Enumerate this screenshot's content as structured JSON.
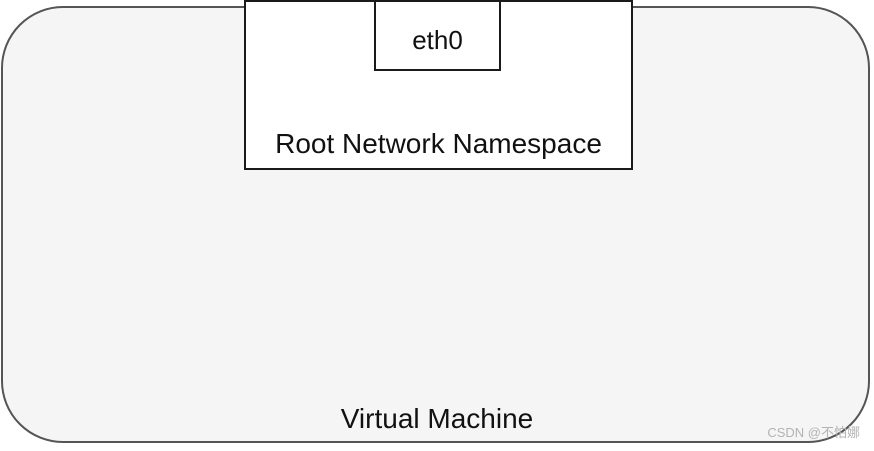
{
  "diagram": {
    "virtual_machine": {
      "label": "Virtual Machine"
    },
    "root_namespace": {
      "label": "Root Network Namespace"
    },
    "interface": {
      "label": "eth0"
    }
  },
  "watermark": {
    "text": "CSDN @不怕娜"
  },
  "colors": {
    "vm_fill": "#f5f5f5",
    "vm_border": "#555555",
    "box_border": "#1a1a1a",
    "text": "#111111",
    "watermark": "#b3b3b3"
  }
}
